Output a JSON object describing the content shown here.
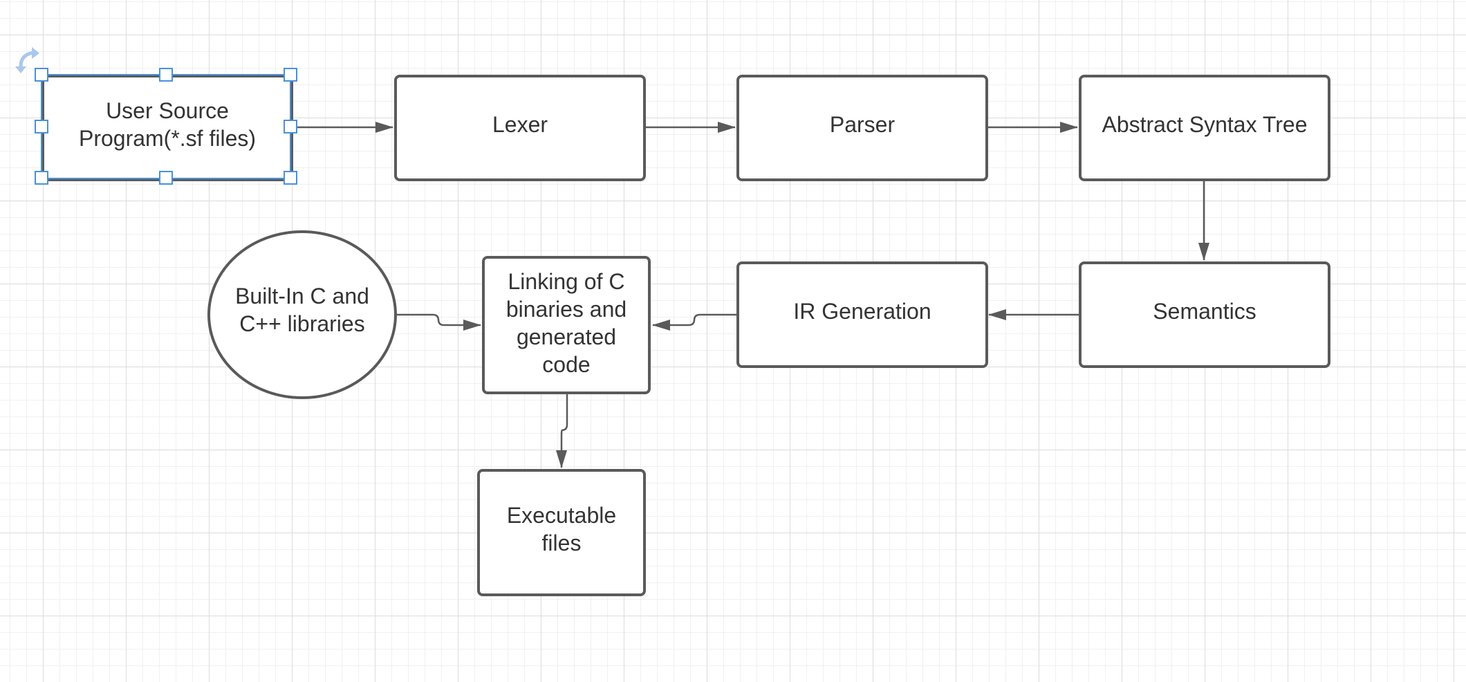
{
  "diagram": {
    "nodes": {
      "user_source": {
        "label": "User Source\nProgram(*.sf files)",
        "selected": true
      },
      "lexer": {
        "label": "Lexer"
      },
      "parser": {
        "label": "Parser"
      },
      "ast": {
        "label": "Abstract Syntax Tree"
      },
      "semantics": {
        "label": "Semantics"
      },
      "ir_generation": {
        "label": "IR Generation"
      },
      "linking": {
        "label": "Linking of C\nbinaries and\ngenerated\ncode"
      },
      "builtin_libs": {
        "label": "Built-In C and\nC++ libraries"
      },
      "executable": {
        "label": "Executable\nfiles"
      }
    },
    "connections": [
      {
        "from": "user_source",
        "to": "lexer"
      },
      {
        "from": "lexer",
        "to": "parser"
      },
      {
        "from": "parser",
        "to": "ast"
      },
      {
        "from": "ast",
        "to": "semantics"
      },
      {
        "from": "semantics",
        "to": "ir_generation"
      },
      {
        "from": "ir_generation",
        "to": "linking"
      },
      {
        "from": "builtin_libs",
        "to": "linking"
      },
      {
        "from": "linking",
        "to": "executable"
      }
    ]
  },
  "colors": {
    "node_stroke": "#5a5a5a",
    "connector": "#5a5a5a",
    "selection": "#4a90d9",
    "text": "#333333",
    "rotate_handle": "#a9c8ea"
  }
}
